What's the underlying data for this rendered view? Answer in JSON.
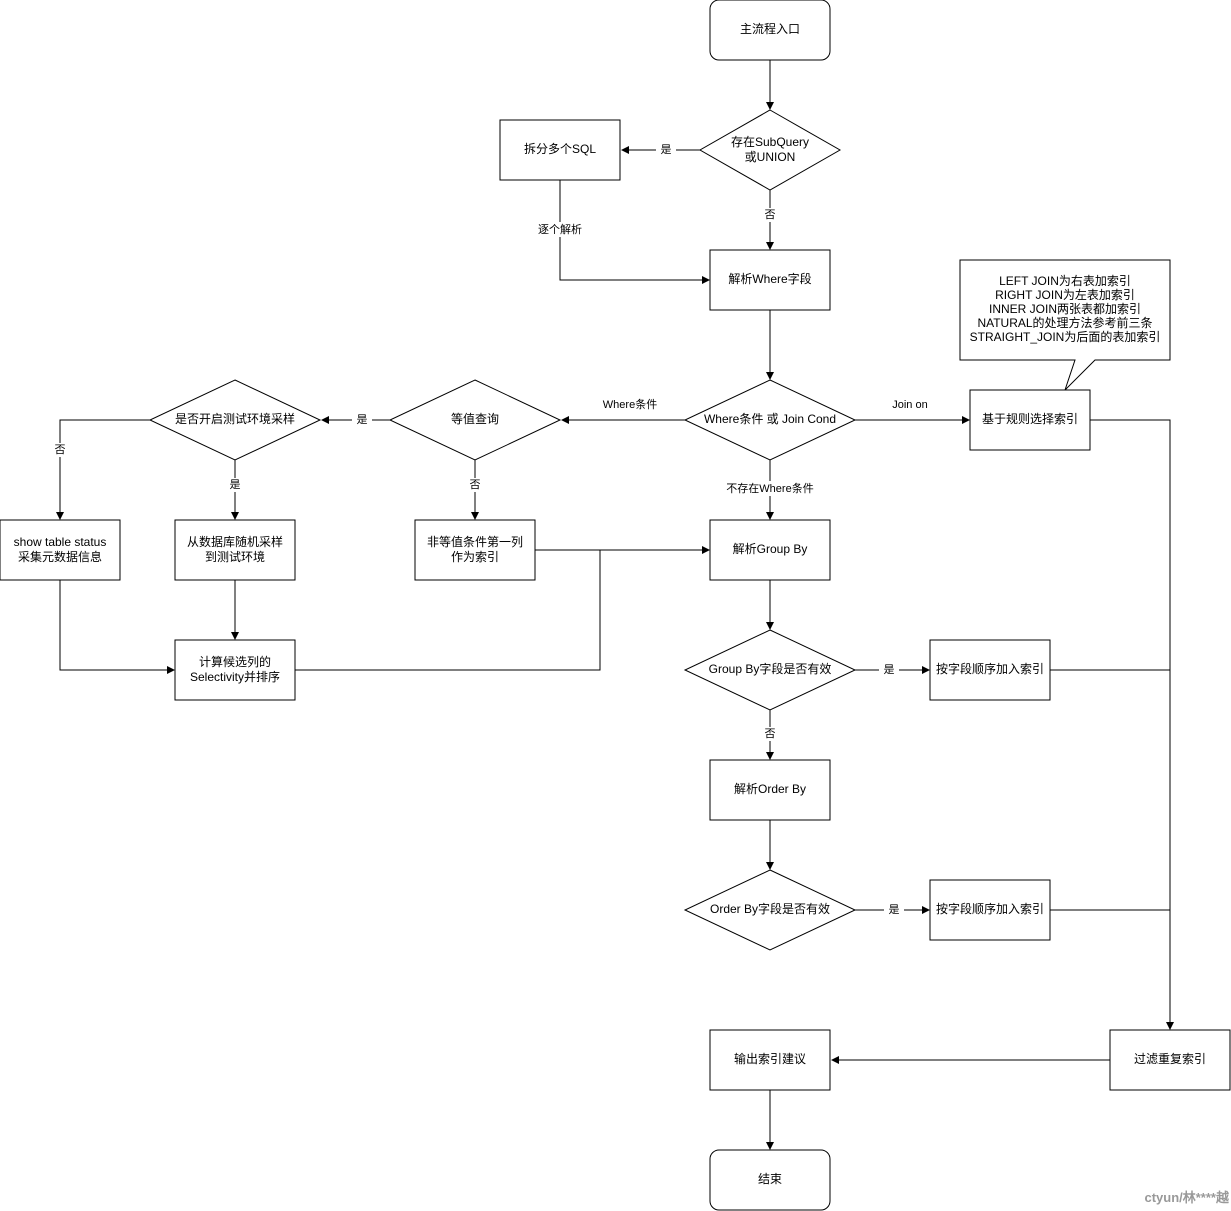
{
  "nodes": {
    "start": "主流程入口",
    "subquery_decision": [
      "存在SubQuery",
      "或UNION"
    ],
    "split_sql": "拆分多个SQL",
    "parse_where": "解析Where字段",
    "join_note": [
      "LEFT JOIN为右表加索引",
      "RIGHT JOIN为左表加索引",
      "INNER JOIN两张表都加索引",
      "NATURAL的处理方法参考前三条",
      "STRAIGHT_JOIN为后面的表加索引"
    ],
    "where_or_join_decision": "Where条件 或 Join Cond",
    "rule_based_index": "基于规则选择索引",
    "equality_decision": "等值查询",
    "sampling_decision": "是否开启测试环境采样",
    "show_table_status": [
      "show table status",
      "采集元数据信息"
    ],
    "random_sample": [
      "从数据库随机采样",
      "到测试环境"
    ],
    "non_equal_first_col": [
      "非等值条件第一列",
      "作为索引"
    ],
    "compute_selectivity": [
      "计算候选列的",
      "Selectivity并排序"
    ],
    "parse_group_by": "解析Group By",
    "group_by_decision": "Group By字段是否有效",
    "group_by_add_index": "按字段顺序加入索引",
    "parse_order_by": "解析Order By",
    "order_by_decision": "Order By字段是否有效",
    "order_by_add_index": "按字段顺序加入索引",
    "filter_duplicates": "过滤重复索引",
    "output_suggestion": "输出索引建议",
    "end": "结束"
  },
  "edge_labels": {
    "subquery_yes": "是",
    "subquery_no": "否",
    "split_each": "逐个解析",
    "where_branch": "Where条件",
    "join_branch": "Join on",
    "no_where": "不存在Where条件",
    "equality_yes": "是",
    "equality_no": "否",
    "sampling_yes": "是",
    "sampling_no": "否",
    "group_by_yes": "是",
    "group_by_no": "否",
    "order_by_yes": "是"
  },
  "watermark": "ctyun/林****越"
}
